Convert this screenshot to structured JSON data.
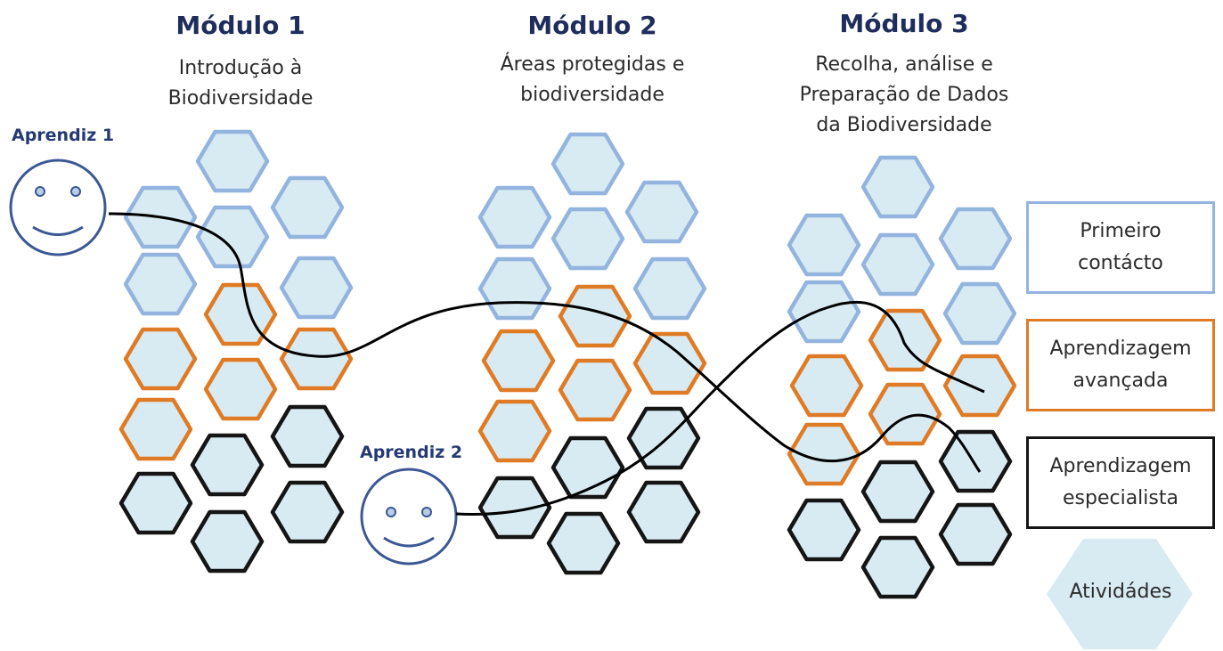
{
  "modules": [
    {
      "title": "Módulo 1",
      "subtitle": [
        "Introdução à",
        "Biodiversidade"
      ]
    },
    {
      "title": "Módulo 2",
      "subtitle": [
        "Áreas protegidas e",
        "biodiversidade"
      ]
    },
    {
      "title": "Módulo 3",
      "subtitle": [
        "Recolha, análise e",
        "Preparação de Dados",
        "da Biodiversidade"
      ]
    }
  ],
  "learners": [
    {
      "label": "Aprendiz 1"
    },
    {
      "label": "Aprendiz 2"
    }
  ],
  "legend": [
    {
      "level": "first-contact",
      "label": [
        "Primeiro",
        "contácto"
      ]
    },
    {
      "level": "advanced",
      "label": [
        "Aprendizagem",
        "avançada"
      ]
    },
    {
      "level": "specialist",
      "label": [
        "Aprendizagem",
        "especialista"
      ]
    }
  ],
  "activities_label": "Atividádes",
  "colors": {
    "first_contact": "#93b4de",
    "advanced": "#e07b25",
    "specialist": "#151515",
    "hex_fill": "#d8ebf3",
    "title": "#1f2d5c",
    "face": "#3b5894"
  }
}
